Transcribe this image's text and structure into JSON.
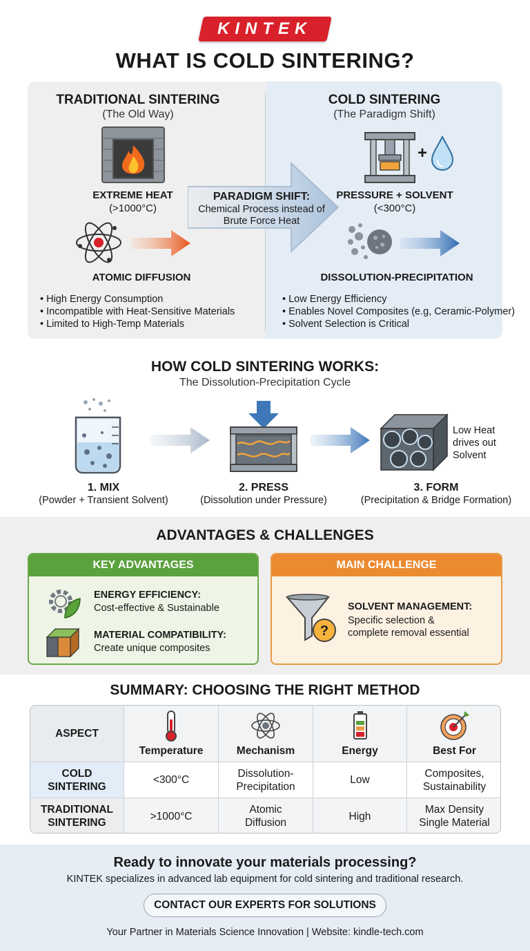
{
  "header": {
    "logo_text": "KINTEK",
    "title": "WHAT IS COLD SINTERING?"
  },
  "comparison": {
    "traditional": {
      "title": "TRADITIONAL SINTERING",
      "subtitle": "(The Old Way)",
      "heat_label": "EXTREME HEAT",
      "heat_temp": "(>1000°C)",
      "mechanism_label": "ATOMIC DIFFUSION",
      "bullets": [
        "High Energy Consumption",
        "Incompatible with Heat-Sensitive Materials",
        "Limited to High-Temp Materials"
      ]
    },
    "paradigm": {
      "title": "PARADIGM SHIFT:",
      "body": "Chemical Process instead of Brute Force Heat"
    },
    "cold": {
      "title": "COLD SINTERING",
      "subtitle": "(The Paradigm Shift)",
      "condition_label": "PRESSURE + SOLVENT",
      "condition_temp": "(<300°C)",
      "mechanism_label": "DISSOLUTION-PRECIPITATION",
      "bullets": [
        "Low Energy Efficiency",
        "Enables Novel Composites (e.g, Ceramic-Polymer)",
        "Solvent Selection is Critical"
      ]
    }
  },
  "how": {
    "title": "HOW COLD SINTERING WORKS:",
    "subtitle": "The Dissolution-Precipitation Cycle",
    "steps": [
      {
        "title": "1. MIX",
        "desc": "(Powder + Transient Solvent)"
      },
      {
        "title": "2. PRESS",
        "desc": "(Dissolution under Pressure)"
      },
      {
        "title": "3. FORM",
        "desc": "(Precipitation & Bridge Formation)"
      }
    ],
    "form_note": [
      "Low Heat",
      "drives out",
      "Solvent"
    ]
  },
  "advantages": {
    "title": "ADVANTAGES & CHALLENGES",
    "key_header": "KEY ADVANTAGES",
    "items": [
      {
        "title": "ENERGY EFFICIENCY:",
        "desc": "Cost-effective & Sustainable"
      },
      {
        "title": "MATERIAL COMPATIBILITY:",
        "desc": "Create unique composites"
      }
    ],
    "challenge_header": "MAIN CHALLENGE",
    "challenge": {
      "title": "SOLVENT MANAGEMENT:",
      "desc": [
        "Specific selection &",
        "complete removal essential"
      ]
    }
  },
  "summary": {
    "title": "SUMMARY: CHOOSING THE RIGHT METHOD",
    "headers": [
      "ASPECT",
      "Temperature",
      "Mechanism",
      "Energy",
      "Best For"
    ],
    "rows": [
      [
        "COLD\nSINTERING",
        "<300°C",
        "Dissolution-\nPrecipitation",
        "Low",
        "Composites,\nSustainability"
      ],
      [
        "TRADITIONAL\nSINTERING",
        ">1000°C",
        "Atomic\nDiffusion",
        "High",
        "Max Density\nSingle Material"
      ]
    ]
  },
  "footer": {
    "cta_title": "Ready to innovate your materials processing?",
    "cta_body": "KINTEK specializes in advanced lab equipment for cold sintering and traditional research.",
    "button": "CONTACT OUR EXPERTS FOR SOLUTIONS",
    "tagline": "Your Partner in Materials Science Innovation | Website: kindle-tech.com"
  },
  "colors": {
    "brand_red": "#d8212a",
    "green": "#5aa23c",
    "orange": "#ec8a31",
    "blue_arrow": "#3f78b8"
  }
}
